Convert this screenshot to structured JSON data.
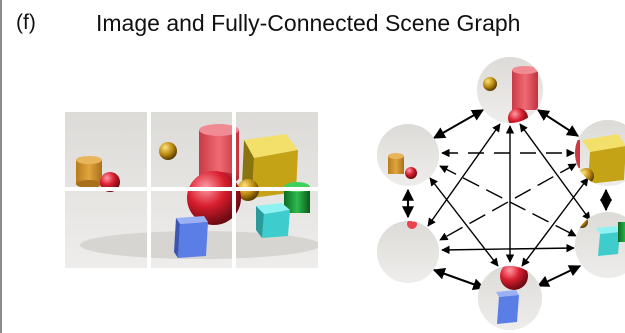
{
  "panel": {
    "label": "(f)",
    "title": "Image and Fully-Connected Scene Graph"
  },
  "image": {
    "grid": {
      "rows": 2,
      "cols": 3
    },
    "objects": [
      "orange cylinder",
      "small red sphere",
      "small gold sphere",
      "red cylinder",
      "red metallic sphere",
      "gold cube",
      "gold sphere",
      "green cylinder",
      "cyan cube",
      "blue cube"
    ]
  },
  "graph": {
    "type": "fully-connected",
    "nodes": [
      "top",
      "upper-left",
      "upper-right",
      "lower-left",
      "lower-right",
      "bottom"
    ],
    "colors": {
      "edge": "#000000",
      "node_fill": "#e6e6e6"
    }
  }
}
